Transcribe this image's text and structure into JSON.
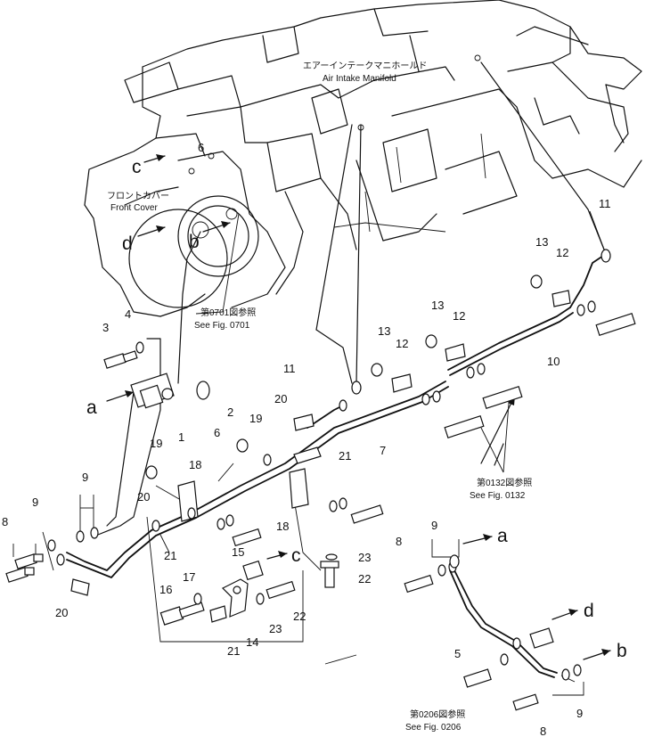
{
  "labels": {
    "air_intake_jp": "エアーインテークマニホールド",
    "air_intake_en": "Air Intake Manifold",
    "front_cover_jp": "フロントカバー",
    "front_cover_en": "Front Cover",
    "see_0701_jp": "第0701図参照",
    "see_0701_en": "See Fig. 0701",
    "see_0132_jp": "第0132図参照",
    "see_0132_en": "See Fig. 0132",
    "see_0206_jp": "第0206図参照",
    "see_0206_en": "See Fig. 0206"
  },
  "letters": {
    "a1": "a",
    "a2": "a",
    "b1": "b",
    "b2": "b",
    "c1": "c",
    "c2": "c",
    "d1": "d",
    "d2": "d"
  },
  "callouts": {
    "n1": "1",
    "n2": "2",
    "n3": "3",
    "n4": "4",
    "n5": "5",
    "n6": "6",
    "n6b": "6",
    "n7": "7",
    "n8a": "8",
    "n8b": "8",
    "n8c": "8",
    "n9a": "9",
    "n9b": "9",
    "n9c": "9",
    "n9d": "9",
    "n10": "10",
    "n11a": "11",
    "n11b": "11",
    "n12a": "12",
    "n12b": "12",
    "n12c": "12",
    "n13a": "13",
    "n13b": "13",
    "n13c": "13",
    "n14": "14",
    "n15": "15",
    "n16": "16",
    "n17": "17",
    "n18a": "18",
    "n18b": "18",
    "n19a": "19",
    "n19b": "19",
    "n20a": "20",
    "n20b": "20",
    "n20c": "20",
    "n21a": "21",
    "n21b": "21",
    "n21c": "21",
    "n22a": "22",
    "n22b": "22",
    "n23a": "23",
    "n23b": "23"
  }
}
